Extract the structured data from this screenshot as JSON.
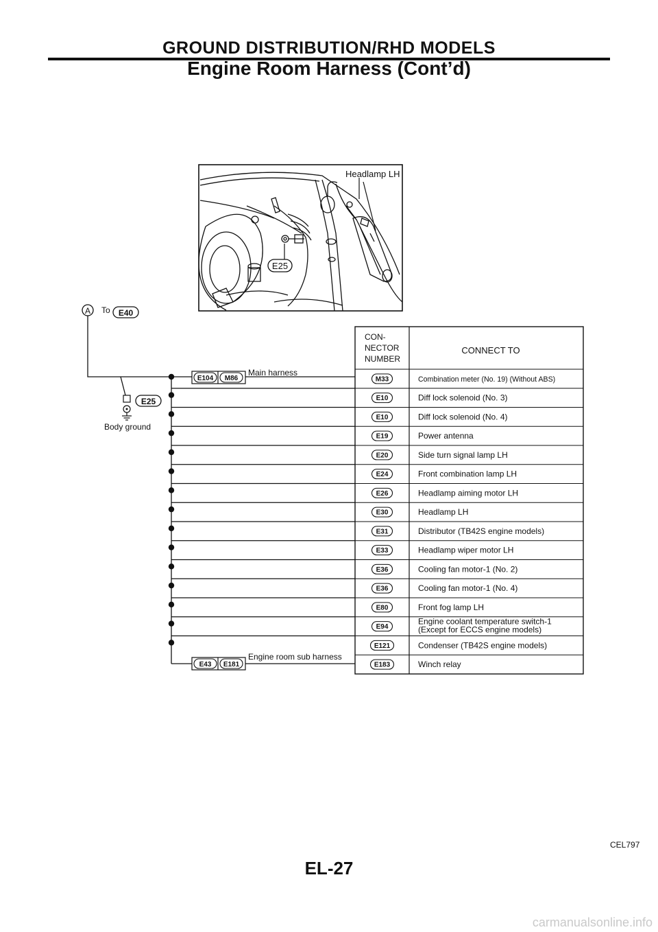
{
  "header": {
    "title": "GROUND DISTRIBUTION/RHD MODELS",
    "subtitle": "Engine Room Harness (Cont’d)"
  },
  "photo": {
    "callout_headlamp": "Headlamp LH",
    "callout_connector": "E25"
  },
  "ground_point": {
    "marker": "A",
    "to_label": "To",
    "to_connector": "E40",
    "connector": "E25",
    "label": "Body ground"
  },
  "harness": {
    "main": {
      "connectors": [
        "E104",
        "M86"
      ],
      "label": "Main harness"
    },
    "sub": {
      "connectors": [
        "E43",
        "E181"
      ],
      "label": "Engine room sub harness"
    }
  },
  "table": {
    "col_connector": "CON-\nNECTOR\nNUMBER",
    "col_connect_to": "CONNECT TO",
    "rows": [
      {
        "connector": "M33",
        "connect_to": "Combination meter (No. 19) (Without ABS)"
      },
      {
        "connector": "E10",
        "connect_to": "Diff lock solenoid (No. 3)"
      },
      {
        "connector": "E10",
        "connect_to": "Diff lock solenoid (No. 4)"
      },
      {
        "connector": "E19",
        "connect_to": "Power antenna"
      },
      {
        "connector": "E20",
        "connect_to": "Side turn signal lamp LH"
      },
      {
        "connector": "E24",
        "connect_to": "Front combination lamp LH"
      },
      {
        "connector": "E26",
        "connect_to": "Headlamp aiming motor LH"
      },
      {
        "connector": "E30",
        "connect_to": "Headlamp LH"
      },
      {
        "connector": "E31",
        "connect_to": "Distributor (TB42S engine models)"
      },
      {
        "connector": "E33",
        "connect_to": "Headlamp wiper motor LH"
      },
      {
        "connector": "E36",
        "connect_to": "Cooling fan motor-1 (No. 2)"
      },
      {
        "connector": "E36",
        "connect_to": "Cooling fan motor-1 (No. 4)"
      },
      {
        "connector": "E80",
        "connect_to": "Front fog lamp LH"
      },
      {
        "connector": "E94",
        "connect_to": "Engine coolant temperature switch-1\n(Except for ECCS engine models)"
      },
      {
        "connector": "E121",
        "connect_to": "Condenser (TB42S engine models)"
      },
      {
        "connector": "E183",
        "connect_to": "Winch relay"
      }
    ]
  },
  "figure_code": "CEL797",
  "page_number": "EL-27",
  "watermark": "carmanualsonline.info"
}
